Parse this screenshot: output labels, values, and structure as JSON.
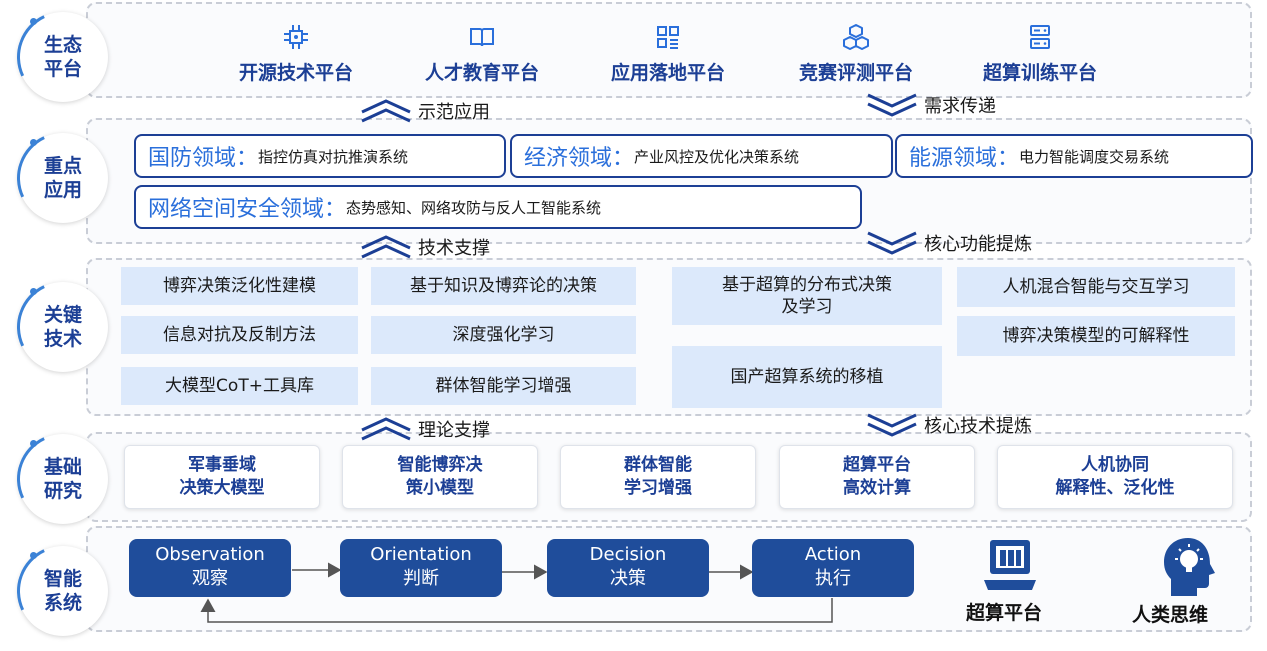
{
  "layers": {
    "eco": "生态\n平台",
    "apps": "重点\n应用",
    "tech": "关键\n技术",
    "research": "基础\n研究",
    "system": "智能\n系统"
  },
  "eco_platforms": [
    {
      "label": "开源技术平台",
      "icon": "network-chip-icon"
    },
    {
      "label": "人才教育平台",
      "icon": "open-book-icon"
    },
    {
      "label": "应用落地平台",
      "icon": "app-grid-icon"
    },
    {
      "label": "竞赛评测平台",
      "icon": "cubes-icon"
    },
    {
      "label": "超算训练平台",
      "icon": "server-rack-icon"
    }
  ],
  "flows": {
    "demo_app": "示范应用",
    "demand": "需求传递",
    "tech_support": "技术支撑",
    "core_function": "核心功能提炼",
    "theory_support": "理论支撑",
    "core_tech": "核心技术提炼"
  },
  "applications": [
    {
      "domain": "国防领域：",
      "desc": "指控仿真对抗推演系统"
    },
    {
      "domain": "经济领域：",
      "desc": "产业风控及优化决策系统"
    },
    {
      "domain": "能源领域：",
      "desc": "电力智能调度交易系统"
    },
    {
      "domain": "网络空间安全领域：",
      "desc": "态势感知、网络攻防与反人工智能系统"
    }
  ],
  "technologies": [
    "博弈决策泛化性建模",
    "基于知识及博弈论的决策",
    "基于超算的分布式决策\n及学习",
    "人机混合智能与交互学习",
    "信息对抗及反制方法",
    "深度强化学习",
    "博弈决策模型的可解释性",
    "大模型CoT+工具库",
    "群体智能学习增强",
    "国产超算系统的移植"
  ],
  "research": [
    "军事垂域\n决策大模型",
    "智能博弈决\n策小模型",
    "群体智能\n学习增强",
    "超算平台\n高效计算",
    "人机协同\n解释性、泛化性"
  ],
  "ooda": [
    {
      "en": "Observation",
      "zh": "观察"
    },
    {
      "en": "Orientation",
      "zh": "判断"
    },
    {
      "en": "Decision",
      "zh": "决策"
    },
    {
      "en": "Action",
      "zh": "执行"
    }
  ],
  "side_items": [
    {
      "label": "超算平台",
      "icon": "supercomputer-icon"
    },
    {
      "label": "人类思维",
      "icon": "human-thinking-icon"
    }
  ],
  "colors": {
    "primary": "#1c3f95",
    "accent": "#2a6fdb",
    "tech_bg": "#dce9fb",
    "ooda_bg": "#1f4d9b"
  }
}
